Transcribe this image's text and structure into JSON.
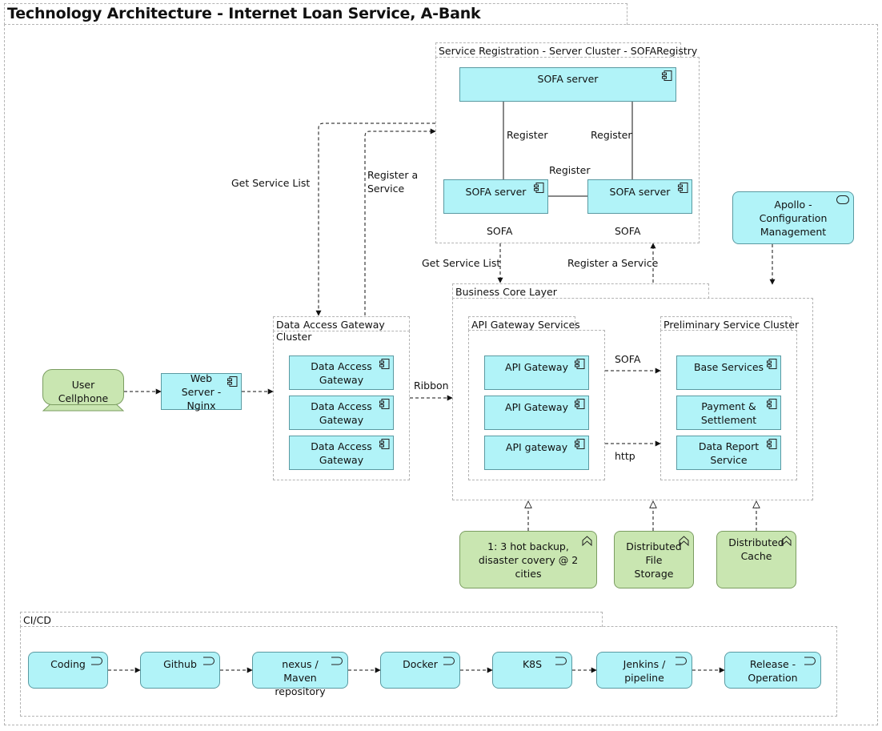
{
  "title": "Technology Architecture - Internet Loan Service, A-Bank",
  "registry": {
    "label": "Service Registration - Server Cluster - SOFARegistry",
    "top_server": "SOFA server",
    "left_server": "SOFA server",
    "right_server": "SOFA server",
    "register_left": "Register",
    "register_right": "Register",
    "register_mid": "Register",
    "sofa_left": "SOFA",
    "sofa_right": "SOFA"
  },
  "apollo": "Apollo - Configuration Management",
  "links": {
    "get_service_list_left": "Get Service List",
    "register_a_service_left": "Register a Service",
    "get_service_list_right": "Get Service List",
    "register_a_service_right": "Register a Service",
    "ribbon": "Ribbon",
    "sofa": "SOFA",
    "http": "http"
  },
  "user_cellphone": "User Cellphone",
  "web_server": "Web Server - Nginx",
  "dag": {
    "label": "Data Access Gateway Cluster",
    "items": [
      "Data Access Gateway",
      "Data Access Gateway",
      "Data Access Gateway"
    ]
  },
  "business_core": {
    "label": "Business Core Layer",
    "api_group": {
      "label": "API Gateway Services",
      "items": [
        "API Gateway",
        "API Gateway",
        "API gateway"
      ]
    },
    "prelim_group": {
      "label": "Preliminary Service Cluster",
      "items": [
        "Base Services",
        "Payment & Settlement",
        "Data Report Service"
      ]
    }
  },
  "requirements": {
    "backup": "1:  3 hot backup, disaster covery @ 2 cities",
    "file_storage": "Distributed File Storage",
    "cache": "Distributed Cache"
  },
  "cicd": {
    "label": "CI/CD",
    "steps": [
      "Coding",
      "Github",
      "nexus / Maven repository",
      "Docker",
      "K8S",
      "Jenkins / pipeline",
      "Release - Operation"
    ]
  },
  "colors": {
    "node_fill": "#b1f3f8",
    "actor_fill": "#c9e6b1",
    "group_border": "#b4b4b4"
  },
  "icons": {
    "component": "component-icon",
    "service": "service-icon",
    "process": "process-icon",
    "requirement": "requirement-icon",
    "actor_device": "device-icon"
  }
}
